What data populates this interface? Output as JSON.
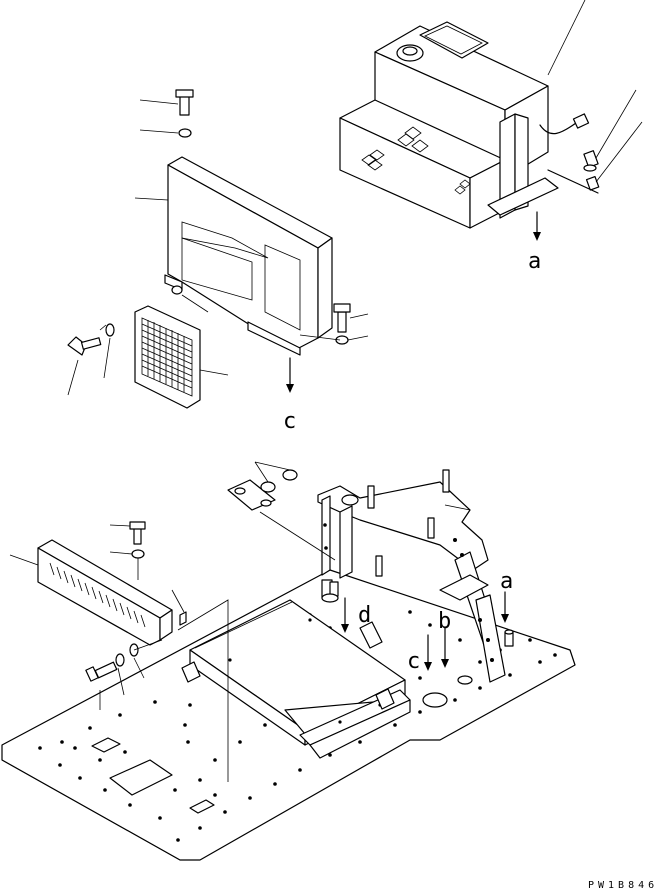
{
  "labels": {
    "a_top": "a",
    "c_cover": "c",
    "a_floor": "a",
    "b_floor": "b",
    "c_floor": "c",
    "d_floor": "d"
  },
  "drawing_code": "PW1B846"
}
